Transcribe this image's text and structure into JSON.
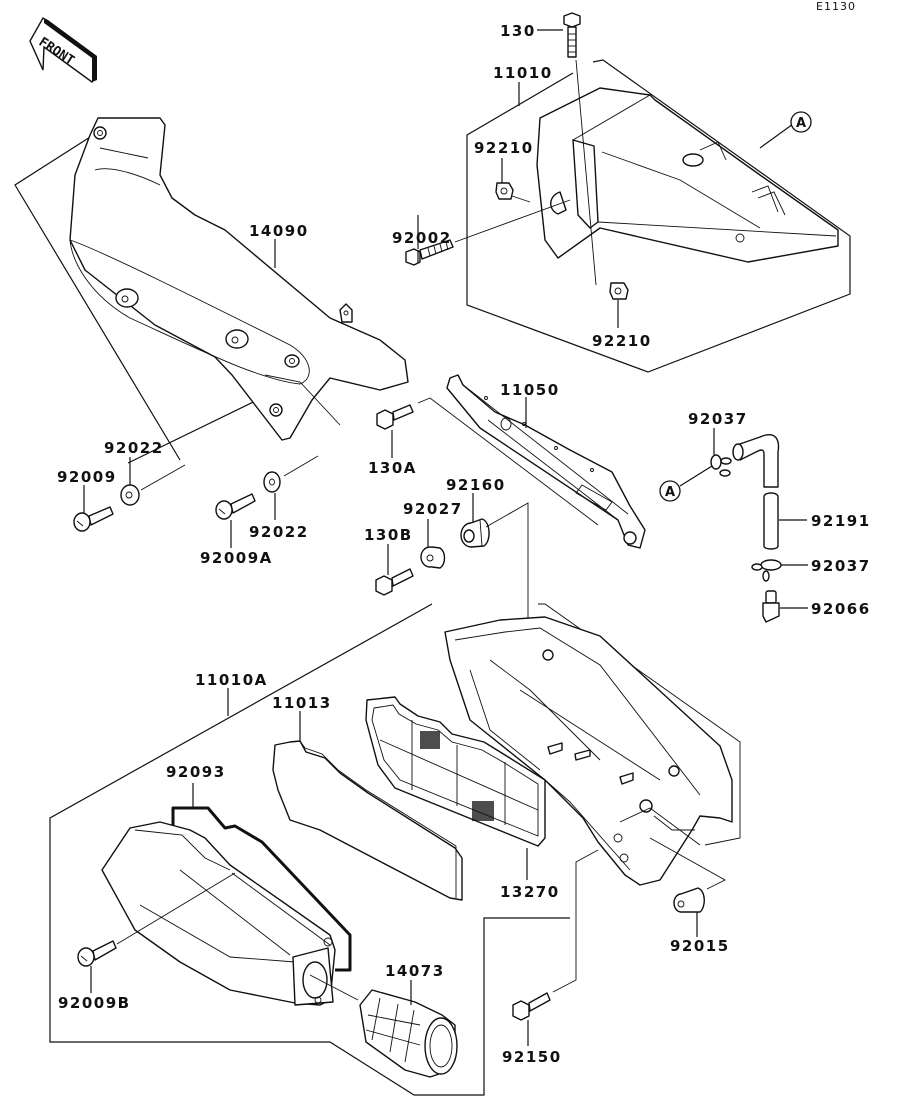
{
  "diagram": {
    "code": "E1130",
    "front_label": "FRONT",
    "ref_marker": "A",
    "labels": {
      "p130": "130",
      "p11010": "11010",
      "p92210_top": "92210",
      "p92002": "92002",
      "p92210_bottom": "92210",
      "p14090": "14090",
      "p11050": "11050",
      "p130A": "130A",
      "p92037_top": "92037",
      "p92022_left": "92022",
      "p92009": "92009",
      "p92022_right": "92022",
      "p92009A": "92009A",
      "p92160": "92160",
      "p92027": "92027",
      "p130B": "130B",
      "p92191": "92191",
      "p92037_bottom": "92037",
      "p92066": "92066",
      "p11010A": "11010A",
      "p11013": "11013",
      "p92093": "92093",
      "p13270": "13270",
      "p92015": "92015",
      "p14073": "14073",
      "p92009B": "92009B",
      "p92150": "92150"
    }
  }
}
